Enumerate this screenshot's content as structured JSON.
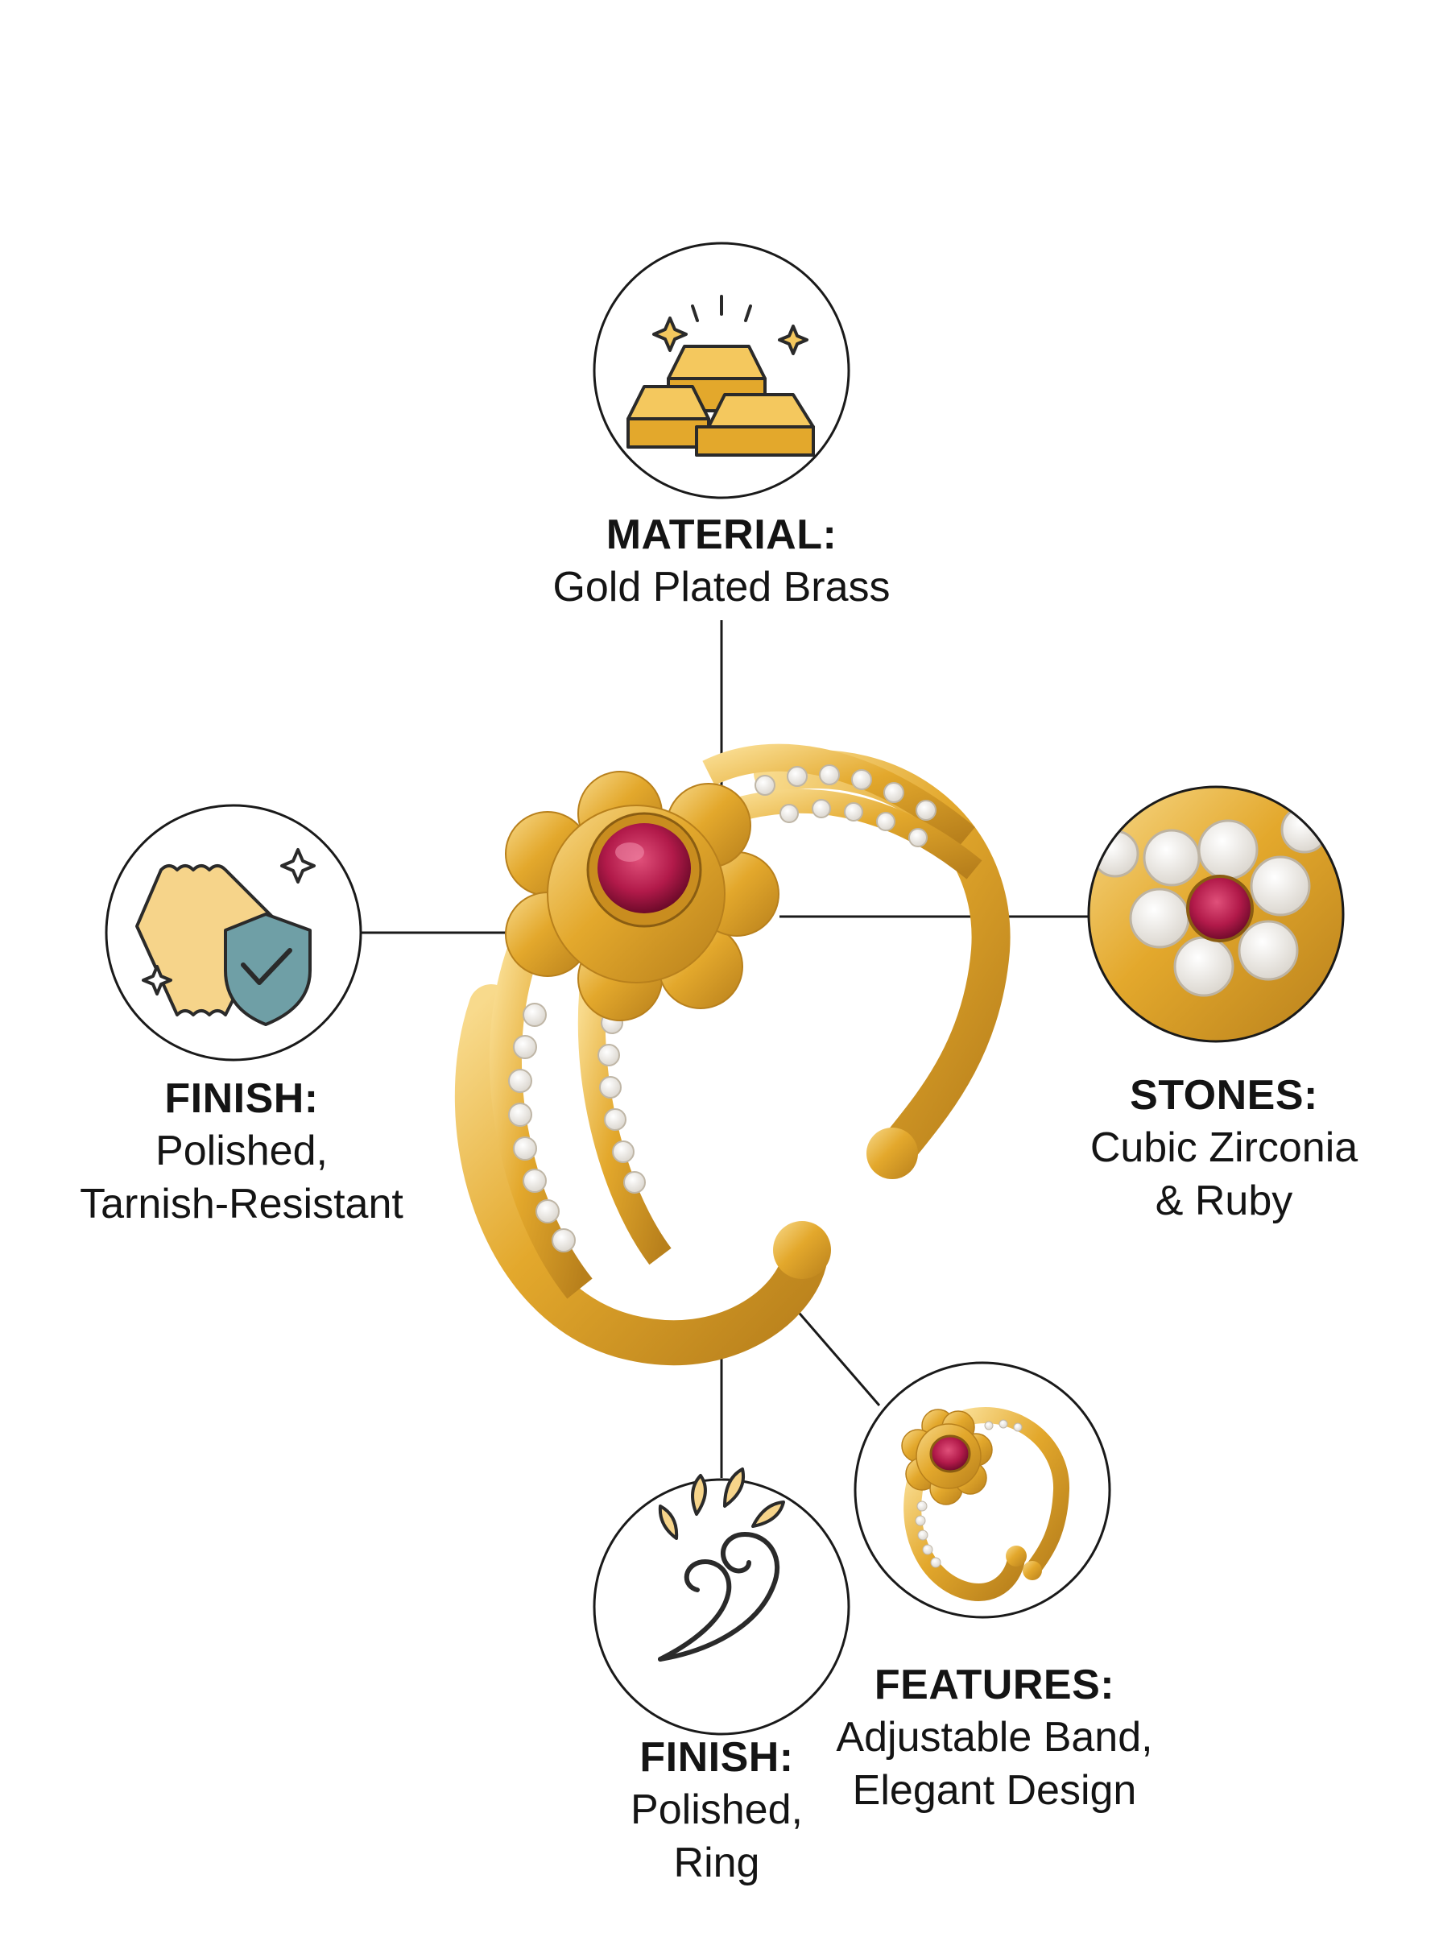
{
  "colors": {
    "gold": "#e3a82c",
    "gold_light": "#f6d48a",
    "gold_dark": "#b8801c",
    "ruby": "#b21a4a",
    "shield": "#6f9fa6",
    "line": "#1a1a1a"
  },
  "callouts": {
    "material": {
      "heading": "MATERIAL:",
      "lines": [
        "Gold Plated Brass"
      ],
      "icon": "gold-bars-icon"
    },
    "finish_left": {
      "heading": "FINISH:",
      "lines": [
        "Polished,",
        "Tarnish-Resistant"
      ],
      "icon": "shield-check-icon"
    },
    "stones": {
      "heading": "STONES:",
      "lines": [
        "Cubic Zirconia",
        "& Ruby"
      ],
      "icon": "stone-closeup-icon"
    },
    "finish_bottom": {
      "heading": "FINISH:",
      "lines": [
        "Polished,",
        "Ring"
      ],
      "icon": "swirl-icon"
    },
    "features": {
      "heading": "FEATURES:",
      "lines": [
        "Adjustable Band,",
        "Elegant Design"
      ],
      "icon": "ring-thumbnail-icon"
    }
  }
}
